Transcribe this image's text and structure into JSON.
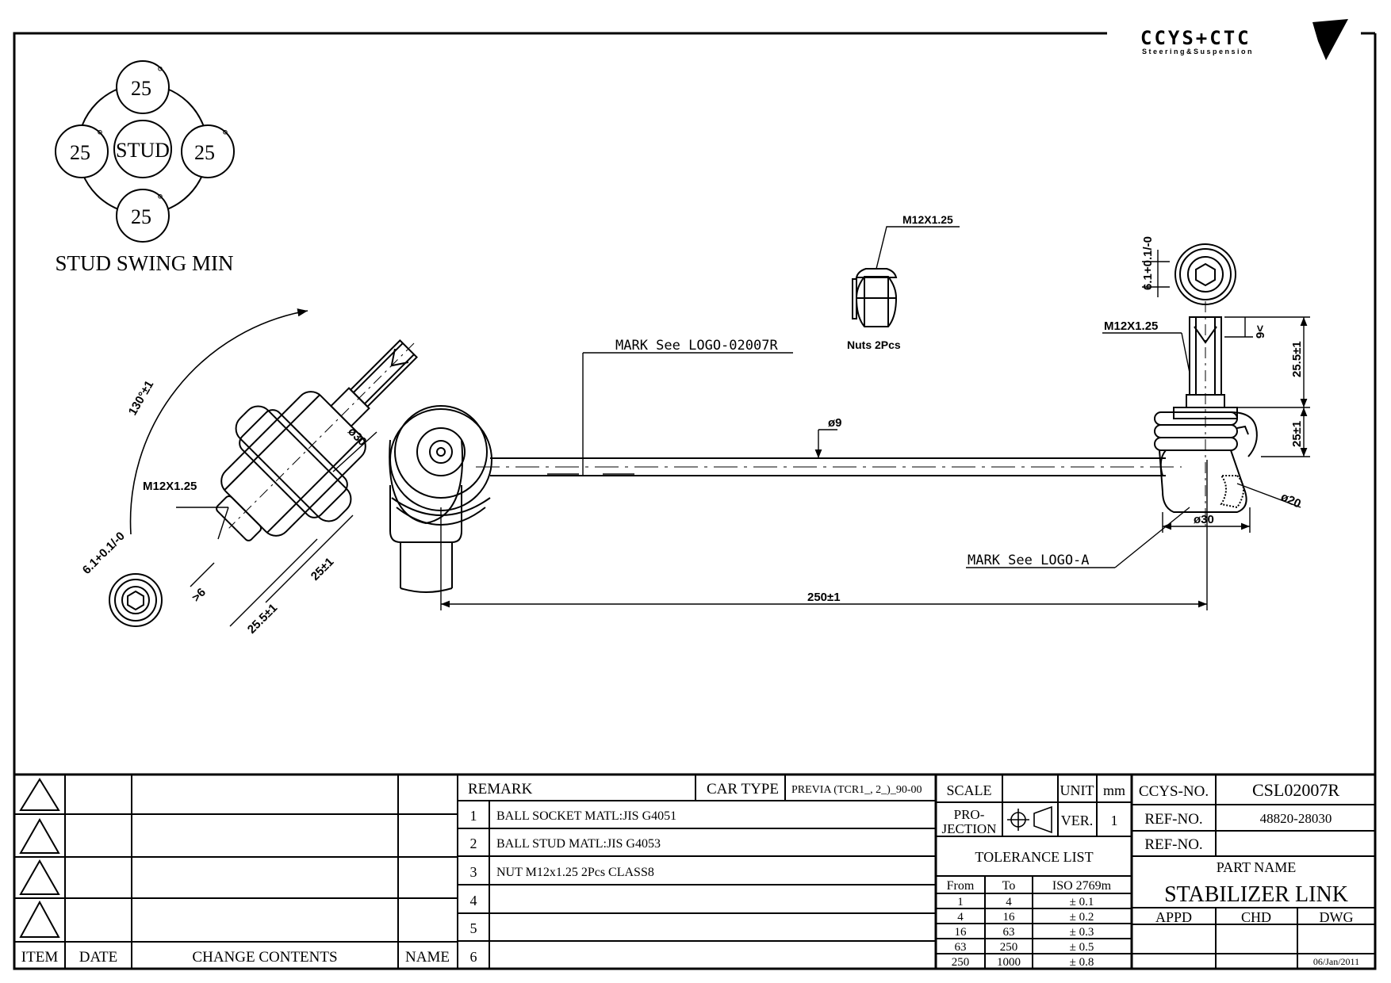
{
  "logo": {
    "brand": "CCYS+CTC",
    "tagline": "Steering&Suspension"
  },
  "swing": {
    "center": "STUD",
    "top": "25",
    "left": "25",
    "right": "25",
    "bottom": "25",
    "degree": "°",
    "caption": "STUD SWING MIN"
  },
  "drawing": {
    "nut_thread": "M12X1.25",
    "nut_caption": "Nuts 2Pcs",
    "mark_left": "MARK See LOGO-02007R",
    "mark_right": "MARK See LOGO-A",
    "rod_dia": "ø9",
    "length": "250±1",
    "left_view": {
      "thread": "M12X1.25",
      "angle": "130°±1",
      "dia30": "ø30",
      "dim25": "25±1",
      "dim255": "25.5±1",
      "dim6": ">6",
      "hex": "6.1+0.1/-0"
    },
    "right_view": {
      "thread": "M12X1.25",
      "dim6": ">6",
      "dim255": "25.5±1",
      "dim25": "25±1",
      "dia20": "ø20",
      "dia30": "ø30",
      "hex": "6.1+0.1/-0"
    }
  },
  "title_block": {
    "revision_headers": {
      "item": "ITEM",
      "date": "DATE",
      "change": "CHANGE CONTENTS",
      "name": "NAME"
    },
    "remark_label": "REMARK",
    "car_type_label": "CAR TYPE",
    "car_type": "PREVIA (TCR1_, 2_)_90-00",
    "remarks": [
      {
        "no": "1",
        "text": "BALL SOCKET MATL:JIS G4051"
      },
      {
        "no": "2",
        "text": "BALL STUD MATL:JIS G4053"
      },
      {
        "no": "3",
        "text": "NUT M12x1.25 2Pcs CLASS8"
      },
      {
        "no": "4",
        "text": ""
      },
      {
        "no": "5",
        "text": ""
      },
      {
        "no": "6",
        "text": ""
      }
    ],
    "scale_label": "SCALE",
    "unit_label": "UNIT",
    "unit": "mm",
    "projection_label_1": "PRO-",
    "projection_label_2": "JECTION",
    "ver_label": "VER.",
    "ver": "1",
    "tolerance_title": "TOLERANCE LIST",
    "tolerance_headers": {
      "from": "From",
      "to": "To",
      "iso": "ISO 2769m"
    },
    "tolerances": [
      {
        "from": "1",
        "to": "4",
        "tol": "± 0.1"
      },
      {
        "from": "4",
        "to": "16",
        "tol": "± 0.2"
      },
      {
        "from": "16",
        "to": "63",
        "tol": "± 0.3"
      },
      {
        "from": "63",
        "to": "250",
        "tol": "± 0.5"
      },
      {
        "from": "250",
        "to": "1000",
        "tol": "± 0.8"
      }
    ],
    "ccys_label": "CCYS-NO.",
    "ccys_no": "CSL02007R",
    "ref_label": "REF-NO.",
    "ref_no_1": "48820-28030",
    "ref_no_2": "",
    "part_name_label": "PART NAME",
    "part_name": "STABILIZER LINK",
    "appd": "APPD",
    "chd": "CHD",
    "dwg": "DWG",
    "date": "06/Jan/2011"
  }
}
